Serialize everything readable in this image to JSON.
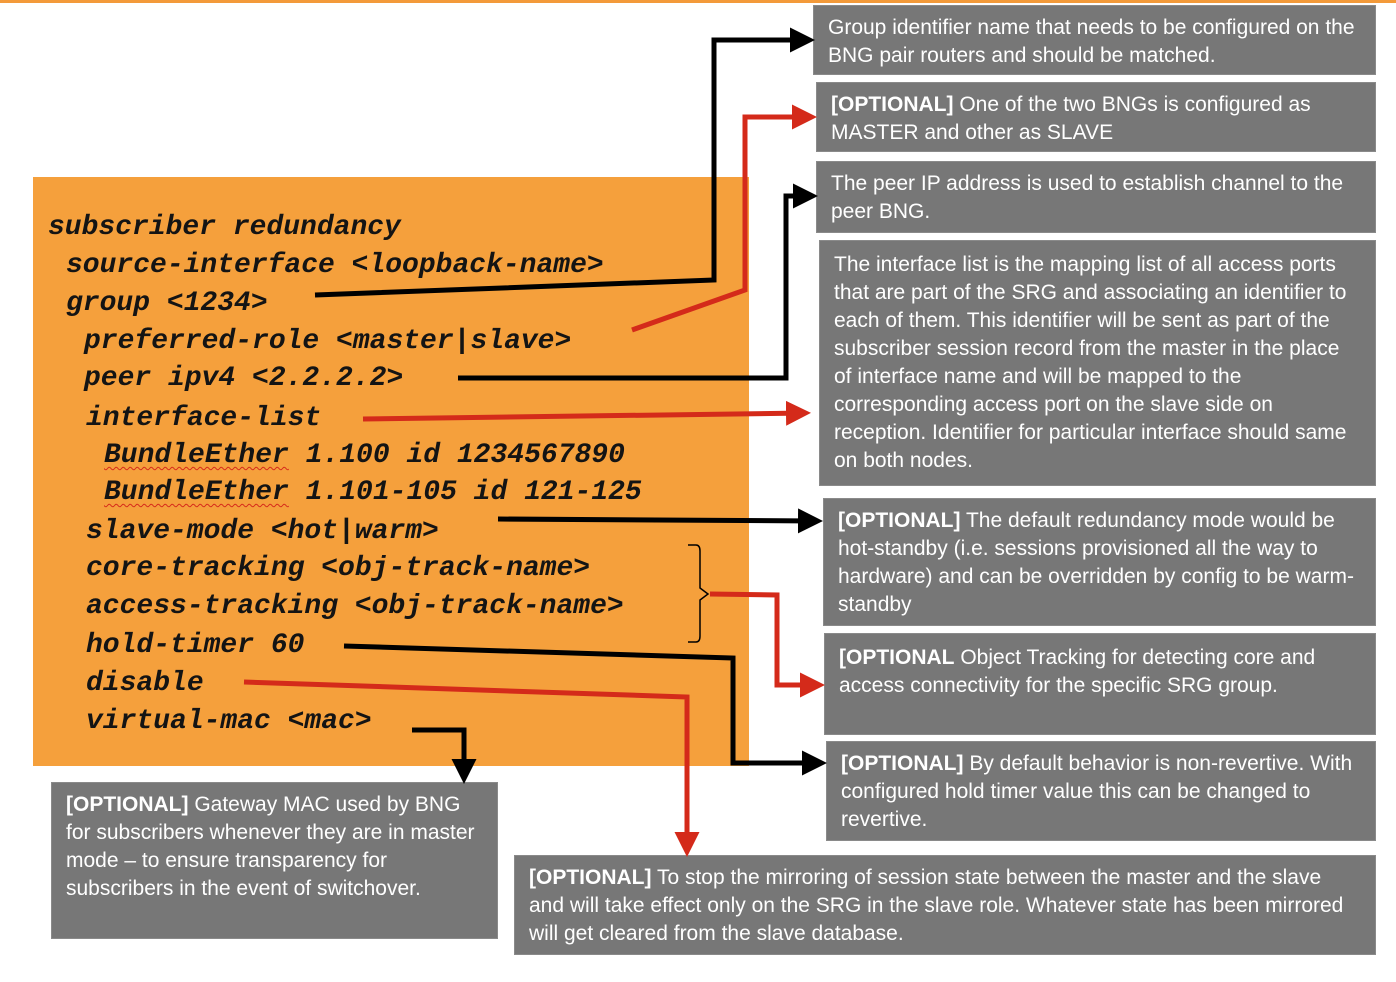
{
  "code": {
    "line1": "subscriber redundancy",
    "line2": "source-interface <loopback-name>",
    "line3": "group <1234>",
    "line4": "preferred-role <master|slave>",
    "line5": "peer ipv4 <2.2.2.2>",
    "line6": "interface-list",
    "line7a": "BundleEther",
    "line7b": " 1.100 id 1234567890",
    "line8a": "BundleEther",
    "line8b": " 1.101-105 id 121-125",
    "line9": "slave-mode <hot|warm>",
    "line10": "core-tracking <obj-track-name>",
    "line11": "access-tracking <obj-track-name>",
    "line12": "hold-timer 60",
    "line13": "disable",
    "line14": "virtual-mac <mac>"
  },
  "notes": {
    "group": {
      "text": "Group identifier name that needs to be configured on the BNG pair routers and should be matched."
    },
    "preferred_role": {
      "tag": "[OPTIONAL]",
      "text": " One of the two BNGs is configured as MASTER and other as SLAVE"
    },
    "peer": {
      "text": "The peer IP address is used to establish channel to the peer BNG."
    },
    "interface_list": {
      "text": "The interface list is the mapping list of all access ports that are part of the SRG and associating an identifier to each of them. This identifier will be sent as part of the subscriber session record from the master in the place of interface name and will be mapped to the corresponding access port on the slave side on reception. Identifier for particular interface should same on both nodes."
    },
    "slave_mode": {
      "tag": "[OPTIONAL]",
      "text": " The default redundancy mode would be hot-standby (i.e. sessions provisioned all the way to hardware) and can be overridden by config to be warm-standby"
    },
    "tracking": {
      "tag": "[OPTIONAL",
      "text": "  Object Tracking for detecting core and access connectivity for the specific SRG group."
    },
    "hold_timer": {
      "tag": "[OPTIONAL]",
      "text": " By default behavior is non-revertive. With configured hold timer value this can be changed to revertive."
    },
    "virtual_mac": {
      "tag": "[OPTIONAL]",
      "text": " Gateway MAC used by BNG for subscribers whenever they are in master mode – to ensure transparency for subscribers in the event of switchover."
    },
    "disable": {
      "tag": "[OPTIONAL]",
      "text": " To stop the mirroring of session state between the master and the slave and will take effect only on the SRG in the slave role. Whatever state has been mirrored will get cleared from the slave database."
    }
  },
  "colors": {
    "panel": "#f5a03c",
    "box": "#777777",
    "red_arrow": "#d42a1a",
    "black_arrow": "#000000",
    "accent_line": "#f39a3a"
  }
}
